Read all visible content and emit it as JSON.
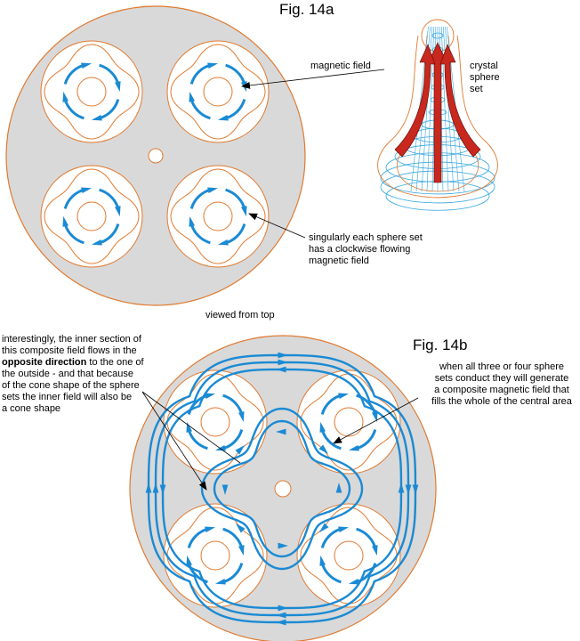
{
  "fig_a": {
    "title": "Fig. 14a",
    "label_magnetic_field": "magnetic field",
    "label_crystal_sphere_set": [
      "crystal",
      "sphere",
      "set"
    ],
    "label_singularly": [
      "singularly each sphere set",
      "has a clockwise flowing",
      "magnetic field"
    ],
    "label_viewed_from_top": "viewed from top"
  },
  "fig_b": {
    "title": "Fig. 14b",
    "left_note": {
      "l1": "interestingly, the inner section of",
      "l2": "this composite field flows in the",
      "l3_bold": "opposite direction",
      "l3_rest": " to the one of",
      "l4": "the outside - and that because",
      "l5": "of the cone shape of the sphere",
      "l6": "sets the inner field will also be",
      "l7": "a cone shape"
    },
    "right_note": [
      "when all three or four sphere",
      "sets conduct they will generate",
      "a composite magnetic field that",
      "fills the whole of the central area"
    ]
  },
  "colors": {
    "disc_fill": "#d9d9d9",
    "outline": "#e07a30",
    "field": "#1a8ad4",
    "cone_line": "#37a8e0",
    "red_arrow": "#c8281e"
  }
}
